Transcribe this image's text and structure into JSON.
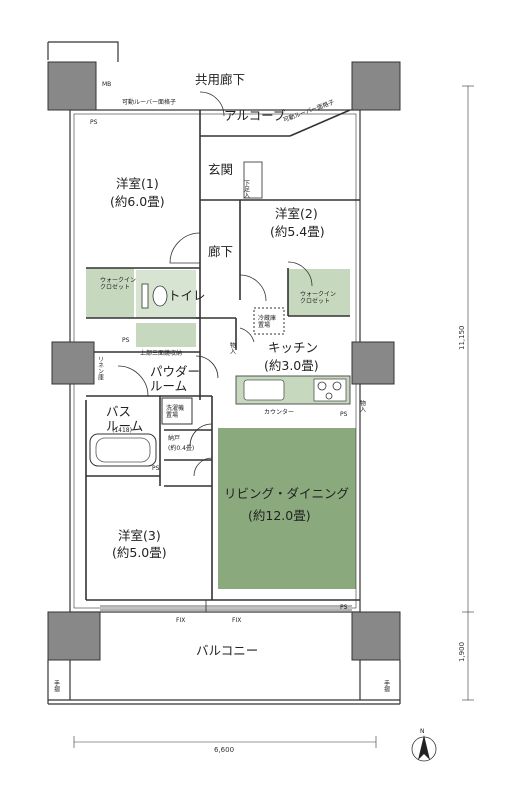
{
  "labels": {
    "common_corridor": "共用廊下",
    "alcove": "アルコーブ",
    "entrance": "玄関",
    "shoe_storage": "下足入",
    "hallway": "廊下",
    "room1_name": "洋室(1)",
    "room1_size": "(約6.0畳)",
    "room2_name": "洋室(2)",
    "room2_size": "(約5.4畳)",
    "room3_name": "洋室(3)",
    "room3_size": "(約5.0畳)",
    "walkin1": "ウォークイン\nクロゼット",
    "walkin2": "ウォークイン\nクロゼット",
    "toilet": "トイレ",
    "kitchen_name": "キッチン",
    "kitchen_size": "(約3.0畳)",
    "powder_room": "パウダー\nルーム",
    "bath_name": "バス\nルーム",
    "bath_size": "(1418)",
    "storage": "納戸",
    "storage_size": "(約0.4畳)",
    "living_name": "リビング・ダイニング",
    "living_size": "(約12.0畳)",
    "balcony": "バルコニー",
    "counter": "カウンター",
    "mb": "MB",
    "ps": "PS",
    "linen": "リネン庫",
    "monoire": "物入",
    "washer": "洗濯機\n置場",
    "fridge": "冷蔵庫\n置場",
    "upper_storage": "上部三面鏡収納",
    "louver_grid": "可動ルーバー面格子",
    "fix": "FIX",
    "handrail": "手摺"
  },
  "dimensions": {
    "width_label": "6,600",
    "height_label": "11,150",
    "balcony_depth_label": "1,900"
  },
  "compass": {
    "label": "N"
  },
  "colors": {
    "living": "#8aa97c",
    "closet": "#c6d8be",
    "wall": "#333333",
    "column": "#888888"
  }
}
